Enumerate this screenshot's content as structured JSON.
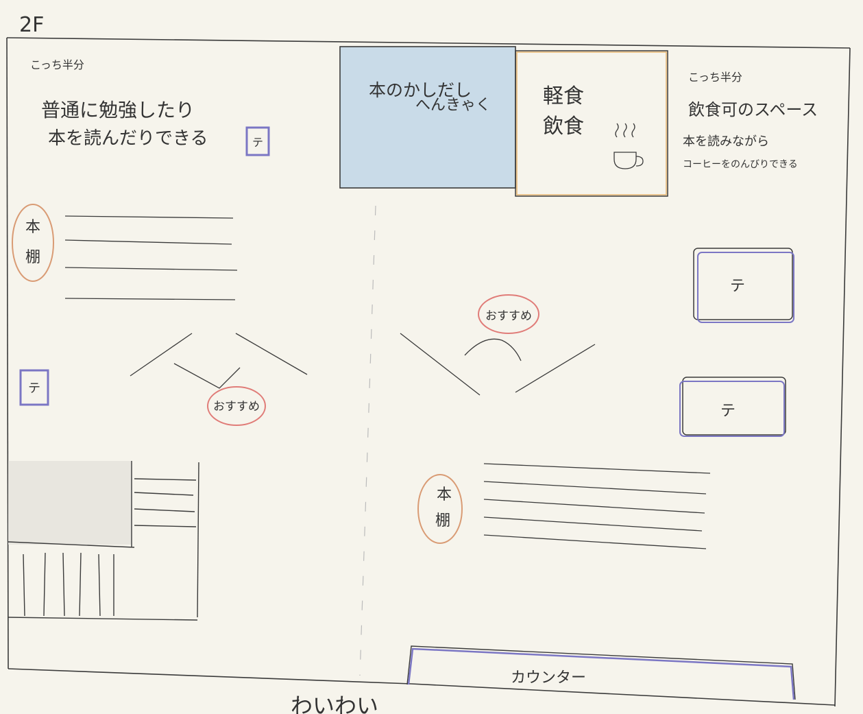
{
  "floor_label": "2F",
  "left_half": {
    "caption": "こっち半分",
    "desc_line1": "普通に勉強したり",
    "desc_line2": "本を読んだりできる"
  },
  "right_half": {
    "caption": "こっち半分",
    "desc_line1": "飲食可のスペース",
    "desc_line2": "本を読みながら",
    "desc_line3": "コーヒーをのんびりできる"
  },
  "lending_desk": {
    "line1": "本のかしだし",
    "line2": "へんきゃく"
  },
  "food_area": {
    "line1": "軽食",
    "line2": "飲食"
  },
  "bookshelf_label": {
    "line1": "本",
    "line2": "棚"
  },
  "table_label": "テ",
  "recommend_label": "おすすめ",
  "counter_label": "カウンター",
  "bottom_note": "わいわい",
  "colors": {
    "pencil": "#3a3a3a",
    "table_outline": "#7b76c4",
    "bookshelf_circle": "#d99b74",
    "recommend_circle": "#e07c78",
    "lending_fill": "#c9dbe8",
    "food_outline": "#e7b56e"
  }
}
